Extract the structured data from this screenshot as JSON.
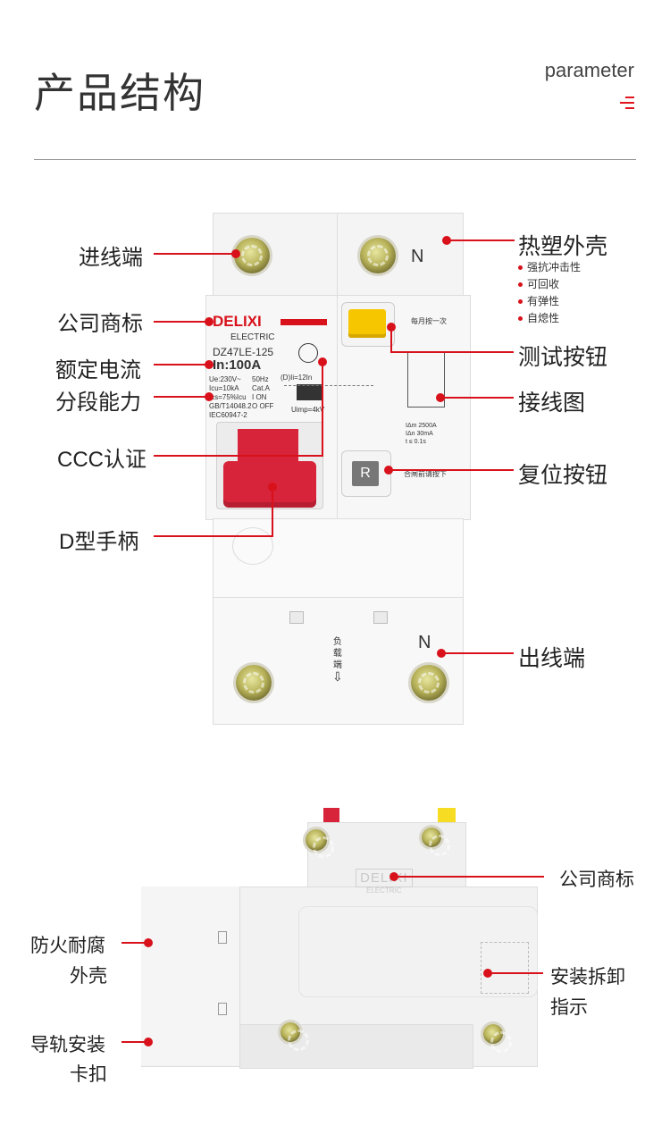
{
  "header": {
    "title": "产品结构",
    "subtitle": "parameter"
  },
  "front": {
    "labels": {
      "incoming": "进线端",
      "brand": "公司商标",
      "rated_current": "额定电流",
      "breaking_capacity": "分段能力",
      "ccc": "CCC认证",
      "handle": "D型手柄",
      "housing": "热塑外壳",
      "test_button": "测试按钮",
      "wiring_diagram": "接线图",
      "reset_button": "复位按钮",
      "outgoing": "出线端"
    },
    "housing_features": [
      "强抗冲击性",
      "可回收",
      "有弹性",
      "自熄性"
    ],
    "device": {
      "brand": "DELIXI",
      "brand_sub": "ELECTRIC",
      "model": "DZ47LE-125",
      "rating": "In:100A",
      "spec_lines": [
        "Ue:230V~",
        "Icu=10kA",
        "Ics=75%Icu",
        "GB/T14048.2",
        "IEC60947-2"
      ],
      "spec_lines_right": [
        "50Hz",
        "Cat.A",
        "I ON",
        "O OFF"
      ],
      "trip": "(D)Ii=12In",
      "uimp": "Uimp=4kV",
      "n_mark": "N",
      "test_hint": "每月按一次",
      "reset_letter": "R",
      "reset_hint": "合闸前请按下",
      "diagram_lines": [
        "IΔm 2500A",
        "IΔn 30mA",
        "t ≤ 0.1s"
      ],
      "load_text": [
        "负",
        "载",
        "端"
      ]
    }
  },
  "side": {
    "labels": {
      "brand": "公司商标",
      "fireproof": [
        "防火耐腐",
        "外壳"
      ],
      "rail_clip": [
        "导轨安装",
        "卡扣"
      ],
      "install_guide": [
        "安装拆卸",
        "指示"
      ]
    },
    "brand": "DELIXI",
    "brand_sub": "ELECTRIC"
  },
  "colors": {
    "accent": "#d8111b",
    "handle": "#d8243a",
    "test_button": "#f6c600"
  }
}
